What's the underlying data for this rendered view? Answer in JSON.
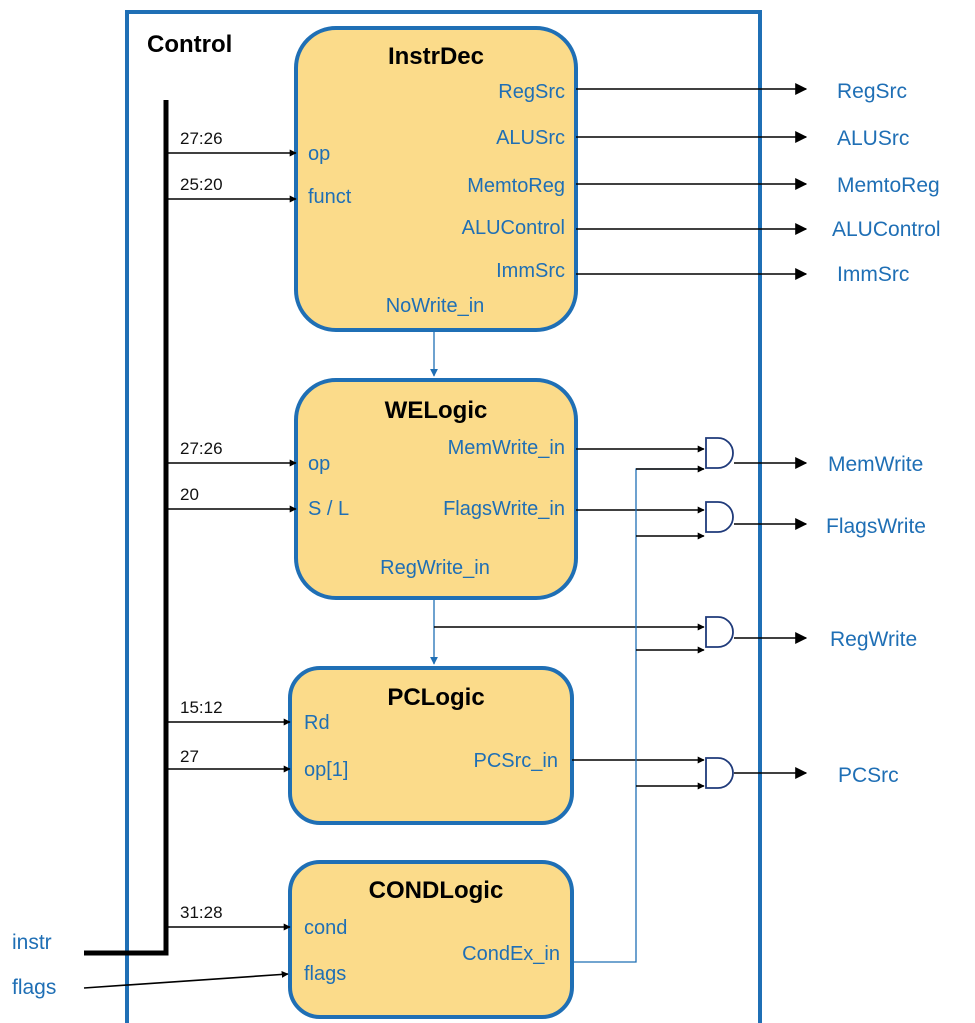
{
  "control": {
    "title": "Control"
  },
  "inputs": {
    "instr": "instr",
    "flags": "flags"
  },
  "blocks": {
    "instrdec": {
      "title": "InstrDec",
      "inputs": [
        "op",
        "funct"
      ],
      "outputs": [
        "RegSrc",
        "ALUSrc",
        "MemtoReg",
        "ALUControl",
        "ImmSrc"
      ],
      "bottom_input": "NoWrite_in"
    },
    "welogic": {
      "title": "WELogic",
      "inputs": [
        "op",
        "S / L"
      ],
      "outputs": [
        "MemWrite_in",
        "FlagsWrite_in",
        "RegWrite_in"
      ]
    },
    "pclogic": {
      "title": "PCLogic",
      "inputs": [
        "Rd",
        "op[1]"
      ],
      "outputs": [
        "PCSrc_in"
      ]
    },
    "condlogic": {
      "title": "CONDLogic",
      "inputs": [
        "cond",
        "flags"
      ],
      "outputs": [
        "CondEx_in"
      ]
    }
  },
  "bit_fields": [
    "27:26",
    "25:20",
    "27:26",
    "20",
    "15:12",
    "27",
    "31:28"
  ],
  "outputs": [
    "RegSrc",
    "ALUSrc",
    "MemtoReg",
    "ALUControl",
    "ImmSrc",
    "MemWrite",
    "FlagsWrite",
    "RegWrite",
    "PCSrc"
  ],
  "colors": {
    "block_fill": "#fbdb8a",
    "block_stroke": "#1f6fb5",
    "label_blue": "#1f6fb5",
    "wire": "#000000"
  }
}
